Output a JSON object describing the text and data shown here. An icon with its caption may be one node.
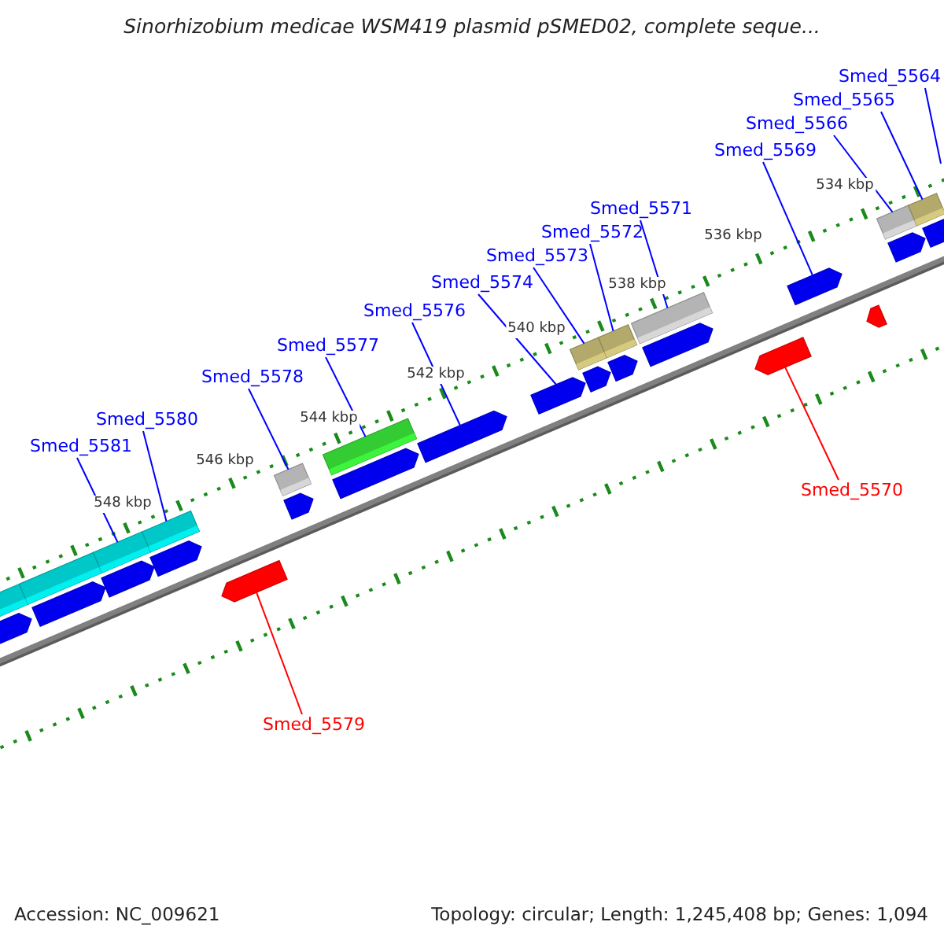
{
  "diagram": {
    "title": "Sinorhizobium medicae WSM419 plasmid pSMED02, complete seque...",
    "nodes": [
      {
        "text": [
          "Smed_5564"
        ]
      },
      {
        "text": [
          "Smed_5565"
        ]
      },
      {
        "text": [
          "Smed_5566"
        ]
      },
      {
        "text": [
          "Smed_5569"
        ]
      },
      {
        "text": [
          "Smed_5571"
        ]
      },
      {
        "text": [
          "Smed_5572"
        ]
      },
      {
        "text": [
          "Smed_5573"
        ]
      },
      {
        "text": [
          "Smed_5574"
        ]
      },
      {
        "text": [
          "Smed_5576"
        ]
      },
      {
        "text": [
          "Smed_5577"
        ]
      },
      {
        "text": [
          "Smed_5578"
        ]
      },
      {
        "text": [
          "Smed_5580"
        ]
      },
      {
        "text": [
          "Smed_5581"
        ]
      },
      {
        "text": [
          "Smed_5570"
        ]
      },
      {
        "text": [
          "Smed_5579"
        ]
      },
      {
        "text": [],
        "shape": "bar"
      },
      {
        "text": [],
        "shape": "arrow"
      },
      {
        "text": [],
        "shape": "bar"
      },
      {
        "text": [],
        "shape": "arrow"
      },
      {
        "text": [],
        "shape": "bar"
      },
      {
        "text": [],
        "shape": "arrow"
      },
      {
        "text": [],
        "shape": "bar"
      },
      {
        "text": [],
        "shape": "arrow"
      },
      {
        "text": [],
        "shape": "arrow"
      },
      {
        "text": [],
        "shape": "bar"
      },
      {
        "text": [],
        "shape": "arrow"
      },
      {
        "text": [],
        "shape": "bar"
      },
      {
        "text": [],
        "shape": "arrow"
      },
      {
        "text": [],
        "shape": "arrow"
      },
      {
        "text": [],
        "shape": "arrow"
      },
      {
        "text": [],
        "shape": "bar"
      },
      {
        "text": [],
        "shape": "arrow"
      },
      {
        "text": [],
        "shape": "bar"
      },
      {
        "text": [],
        "shape": "arrow"
      },
      {
        "text": [],
        "shape": "bar"
      },
      {
        "text": [],
        "shape": "arrow"
      },
      {
        "text": [],
        "shape": "arrow"
      },
      {
        "text": [],
        "shape": "arrow"
      },
      {
        "text": [],
        "shape": "arrow"
      },
      {
        "text": [],
        "shape": "bar"
      },
      {
        "text": [],
        "shape": "arrow"
      },
      {
        "text": [],
        "shape": "bar"
      },
      {
        "text": [],
        "shape": "arrow"
      }
    ],
    "edges": [
      {
        "from": 0,
        "to": null,
        "arrow": "none"
      },
      {
        "from": 1,
        "to": 41,
        "arrow": "none"
      },
      {
        "from": 2,
        "to": 39,
        "arrow": "none"
      },
      {
        "from": 3,
        "to": 37,
        "arrow": "none"
      },
      {
        "from": 4,
        "to": 34,
        "arrow": "none"
      },
      {
        "from": 5,
        "to": 32,
        "arrow": "none"
      },
      {
        "from": 6,
        "to": 30,
        "arrow": "none"
      },
      {
        "from": 7,
        "to": 29,
        "arrow": "none"
      },
      {
        "from": 8,
        "to": 28,
        "arrow": "none"
      },
      {
        "from": 9,
        "to": 26,
        "arrow": "none"
      },
      {
        "from": 10,
        "to": 24,
        "arrow": "none"
      },
      {
        "from": 11,
        "to": 21,
        "arrow": "none"
      },
      {
        "from": 12,
        "to": 19,
        "arrow": "none"
      },
      {
        "from": 13,
        "to": 36,
        "arrow": "none",
        "color": "#ff0000"
      },
      {
        "from": 14,
        "to": 23,
        "arrow": "none",
        "color": "#ff0000"
      }
    ],
    "labels": [
      "534 kbp",
      "536 kbp",
      "538 kbp",
      "540 kbp",
      "542 kbp",
      "544 kbp",
      "546 kbp",
      "548 kbp",
      "Accession: NC_009621",
      "Topology: circular; Length: 1,245,408 bp; Genes: 1,094"
    ]
  }
}
